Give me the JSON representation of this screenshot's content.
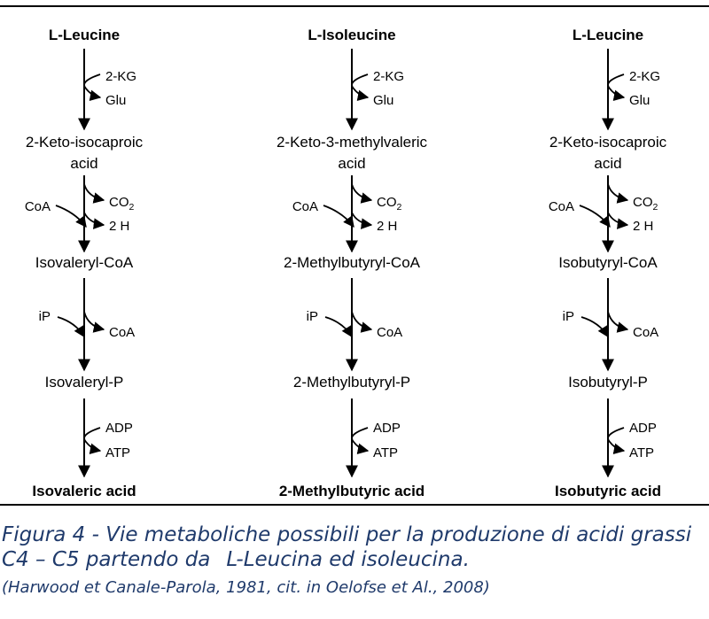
{
  "pathways": [
    {
      "start": "L-Leucine",
      "steps": [
        {
          "cofactors": [
            "2-KG",
            "Glu"
          ]
        },
        {
          "left": "CoA",
          "cofactors": [
            "CO2",
            "2 H"
          ]
        },
        {
          "left": "iP",
          "cofactors": [
            "CoA"
          ]
        },
        {
          "cofactors": [
            "ADP",
            "ATP"
          ]
        }
      ],
      "intermediates": [
        [
          "2-Keto-isocaproic",
          "acid"
        ],
        [
          "Isovaleryl-CoA"
        ],
        [
          "Isovaleryl-P"
        ]
      ],
      "end": "Isovaleric acid"
    },
    {
      "start": "L-Isoleucine",
      "steps": [
        {
          "cofactors": [
            "2-KG",
            "Glu"
          ]
        },
        {
          "left": "CoA",
          "cofactors": [
            "CO2",
            "2 H"
          ]
        },
        {
          "left": "iP",
          "cofactors": [
            "CoA"
          ]
        },
        {
          "cofactors": [
            "ADP",
            "ATP"
          ]
        }
      ],
      "intermediates": [
        [
          "2-Keto-3-methylvaleric",
          "acid"
        ],
        [
          "2-Methylbutyryl-CoA"
        ],
        [
          "2-Methylbutyryl-P"
        ]
      ],
      "end": "2-Methylbutyric acid"
    },
    {
      "start": "L-Leucine",
      "steps": [
        {
          "cofactors": [
            "2-KG",
            "Glu"
          ]
        },
        {
          "left": "CoA",
          "cofactors": [
            "CO2",
            "2 H"
          ]
        },
        {
          "left": "iP",
          "cofactors": [
            "CoA"
          ]
        },
        {
          "cofactors": [
            "ADP",
            "ATP"
          ]
        }
      ],
      "intermediates": [
        [
          "2-Keto-isocaproic",
          "acid"
        ],
        [
          "Isobutyryl-CoA"
        ],
        [
          "Isobutyryl-P"
        ]
      ],
      "end": "Isobutyric acid"
    }
  ],
  "caption": {
    "line1": "Figura 4 - Vie metaboliche possibili per la produzione di acidi grassi",
    "line2a": "C4 – C5 partendo da",
    "line2b": "L-Leucina ed isoleucina.",
    "line3": "(Harwood et Canale-Parola, 1981, cit. in Oelofse et Al., 2008)"
  }
}
